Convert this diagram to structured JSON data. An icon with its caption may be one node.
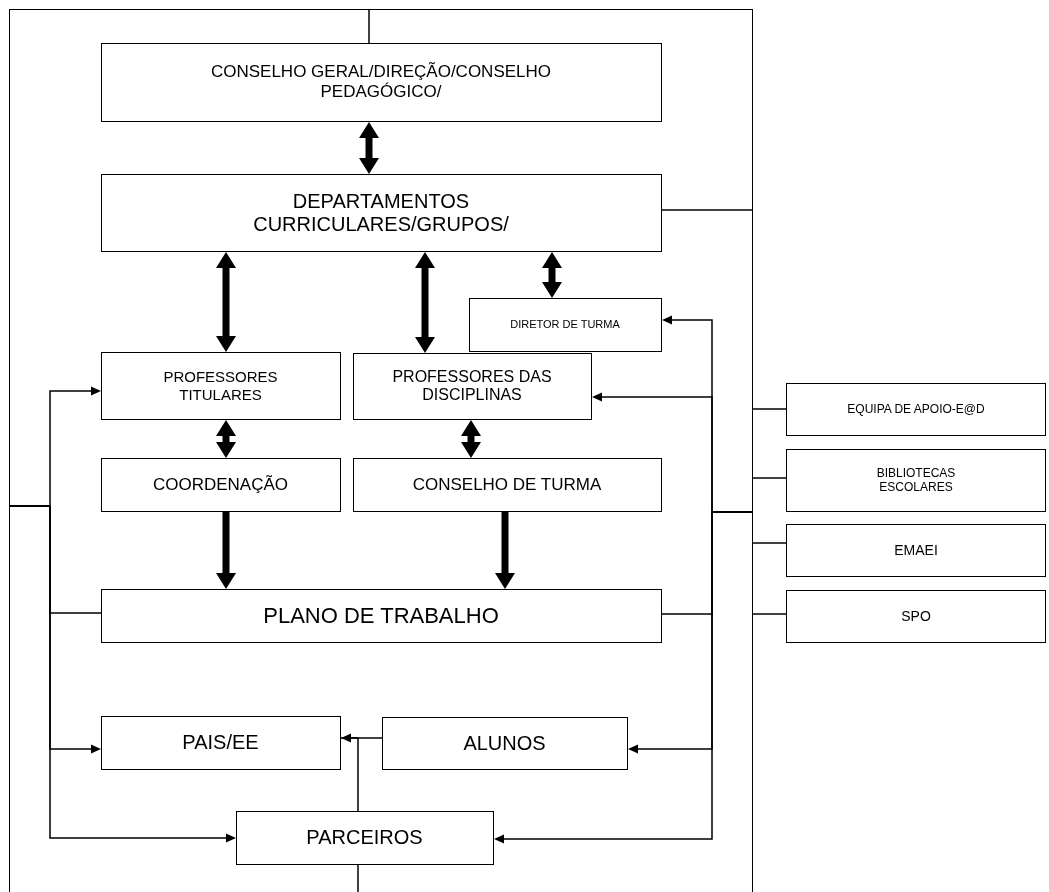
{
  "diagram": {
    "nodes": [
      {
        "text": [],
        "shape": "box"
      },
      {
        "text": [
          "CONSELHO GERAL/DIREÇÃO/CONSELHO PEDAGÓGICO/"
        ],
        "in": 0
      },
      {
        "text": [
          "DEPARTAMENTOS CURRICULARES/GRUPOS/"
        ],
        "in": 0
      },
      {
        "text": [
          "DIRETOR DE TURMA"
        ],
        "in": 0
      },
      {
        "text": [
          "PROFESSORES TITULARES"
        ],
        "in": 0
      },
      {
        "text": [
          "PROFESSORES DAS DISCIPLINAS"
        ],
        "in": 0
      },
      {
        "text": [
          "COORDENAÇÃO"
        ],
        "in": 0
      },
      {
        "text": [
          "CONSELHO DE TURMA"
        ],
        "in": 0
      },
      {
        "text": [
          "PLANO DE TRABALHO"
        ],
        "in": 0
      },
      {
        "text": [
          "PAIS/EE"
        ],
        "in": 0
      },
      {
        "text": [
          "ALUNOS"
        ],
        "in": 0
      },
      {
        "text": [
          "PARCEIROS"
        ],
        "in": 0
      },
      {
        "text": [
          "EQUIPA DE APOIO-E@D"
        ]
      },
      {
        "text": [
          "BIBLIOTECAS ESCOLARES"
        ]
      },
      {
        "text": [
          "EMAEI"
        ]
      },
      {
        "text": [
          "SPO"
        ]
      }
    ],
    "edges": [
      {
        "from": 0,
        "to": 1,
        "arrow": "none"
      },
      {
        "from": 1,
        "to": 2,
        "arrow": "both",
        "style": "thick"
      },
      {
        "from": 2,
        "to": 4,
        "arrow": "both",
        "style": "thick"
      },
      {
        "from": 2,
        "to": 5,
        "arrow": "both",
        "style": "thick"
      },
      {
        "from": 2,
        "to": 3,
        "arrow": "both",
        "style": "thick"
      },
      {
        "from": 4,
        "to": 6,
        "arrow": "both",
        "style": "thick"
      },
      {
        "from": 5,
        "to": 7,
        "arrow": "both",
        "style": "thick"
      },
      {
        "from": 6,
        "to": 8,
        "arrow": "to",
        "style": "thick"
      },
      {
        "from": 7,
        "to": 8,
        "arrow": "to",
        "style": "thick"
      },
      {
        "from": 2,
        "to": 0,
        "arrow": "none"
      },
      {
        "from": 0,
        "to": 4,
        "arrow": "to"
      },
      {
        "from": 0,
        "to": 8,
        "arrow": "none"
      },
      {
        "from": 0,
        "to": 9,
        "arrow": "to"
      },
      {
        "from": 0,
        "to": 11,
        "arrow": "to"
      },
      {
        "from": 0,
        "to": 3,
        "arrow": "to"
      },
      {
        "from": 0,
        "to": 5,
        "arrow": "to"
      },
      {
        "from": 0,
        "to": 8,
        "arrow": "none"
      },
      {
        "from": 0,
        "to": 10,
        "arrow": "to"
      },
      {
        "from": 0,
        "to": 11,
        "arrow": "to"
      },
      {
        "from": 0,
        "to": 12,
        "arrow": "none"
      },
      {
        "from": 0,
        "to": 13,
        "arrow": "none"
      },
      {
        "from": 0,
        "to": 14,
        "arrow": "none"
      },
      {
        "from": 0,
        "to": 15,
        "arrow": "none"
      },
      {
        "from": 11,
        "to": 0,
        "arrow": "none"
      },
      {
        "from": 9,
        "to": 10,
        "arrow": "none"
      },
      {
        "from": 11,
        "to": 9,
        "arrow": "to"
      }
    ]
  }
}
